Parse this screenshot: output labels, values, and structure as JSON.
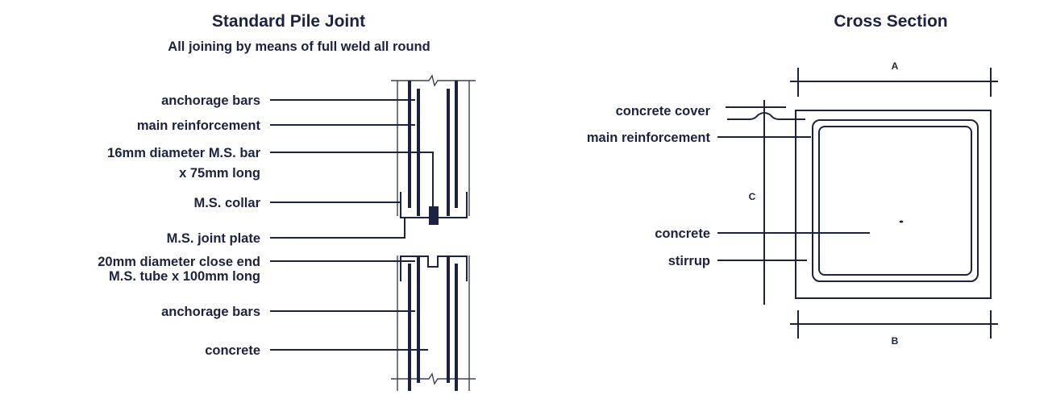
{
  "pile_joint": {
    "title": "Standard Pile Joint",
    "subtitle": "All joining by means of full weld all round",
    "labels": {
      "anchorage_bars_top": "anchorage bars",
      "main_reinforcement": "main reinforcement",
      "bar_line1": "16mm diameter M.S. bar",
      "bar_line2": "x 75mm long",
      "collar": "M.S. collar",
      "joint_plate": "M.S. joint plate",
      "tube_line1": "20mm diameter close end",
      "tube_line2": "M.S. tube x 100mm long",
      "anchorage_bars_bottom": "anchorage bars",
      "concrete": "concrete"
    }
  },
  "cross_section": {
    "title": "Cross Section",
    "labels": {
      "concrete_cover": "concrete cover",
      "main_reinforcement": "main reinforcement",
      "concrete": "concrete",
      "stirrup": "stirrup"
    },
    "dimensions": {
      "a": "A",
      "b": "B",
      "c": "C"
    }
  },
  "colors": {
    "ink": "#1b2341"
  }
}
